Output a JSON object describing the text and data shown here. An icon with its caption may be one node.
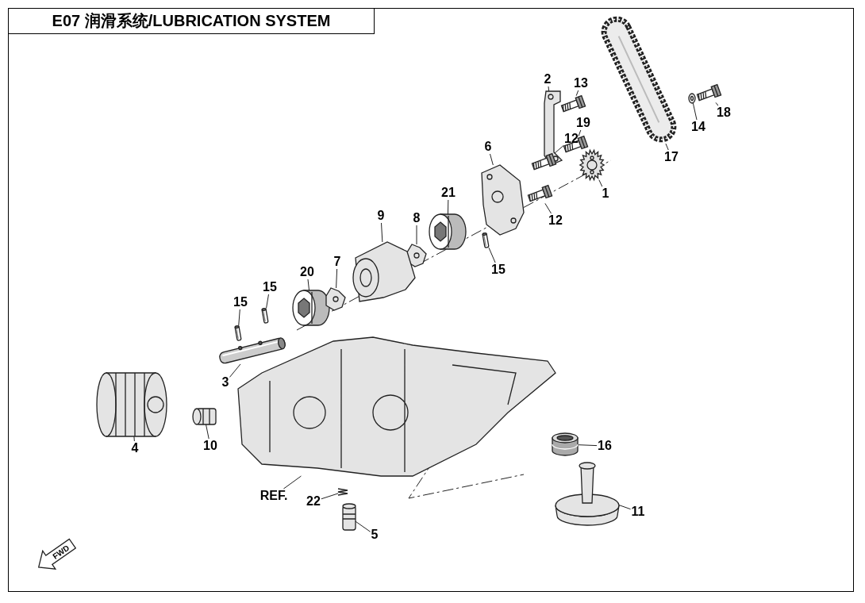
{
  "diagram": {
    "title": "E07 润滑系统/LUBRICATION SYSTEM",
    "nodes": [
      {
        "text": [
          "2"
        ]
      },
      {
        "text": [],
        "shape": "picture"
      },
      {
        "text": [
          "13"
        ]
      },
      {
        "text": [],
        "shape": "picture"
      },
      {
        "text": [
          "18"
        ]
      },
      {
        "text": [],
        "shape": "picture"
      },
      {
        "text": [
          "14"
        ]
      },
      {
        "text": [],
        "shape": "picture"
      },
      {
        "text": [
          "19"
        ]
      },
      {
        "text": [],
        "shape": "picture"
      },
      {
        "text": [
          "17"
        ]
      },
      {
        "text": [],
        "shape": "picture"
      },
      {
        "text": [
          "12"
        ]
      },
      {
        "text": [],
        "shape": "picture"
      },
      {
        "text": [
          "1"
        ]
      },
      {
        "text": [],
        "shape": "picture"
      },
      {
        "text": [
          "6"
        ]
      },
      {
        "text": [],
        "shape": "picture"
      },
      {
        "text": [
          "12"
        ]
      },
      {
        "text": [],
        "shape": "picture"
      },
      {
        "text": [
          "21"
        ]
      },
      {
        "text": [],
        "shape": "picture"
      },
      {
        "text": [
          "8"
        ]
      },
      {
        "text": [],
        "shape": "picture"
      },
      {
        "text": [
          "15"
        ]
      },
      {
        "text": [],
        "shape": "picture"
      },
      {
        "text": [
          "9"
        ]
      },
      {
        "text": [],
        "shape": "picture"
      },
      {
        "text": [
          "20"
        ]
      },
      {
        "text": [],
        "shape": "picture"
      },
      {
        "text": [
          "7"
        ]
      },
      {
        "text": [],
        "shape": "picture"
      },
      {
        "text": [
          "15"
        ]
      },
      {
        "text": [],
        "shape": "picture"
      },
      {
        "text": [
          "15"
        ]
      },
      {
        "text": [],
        "shape": "picture"
      },
      {
        "text": [
          "3"
        ]
      },
      {
        "text": [],
        "shape": "picture"
      },
      {
        "text": [
          "4"
        ]
      },
      {
        "text": [],
        "shape": "picture"
      },
      {
        "text": [
          "10"
        ]
      },
      {
        "text": [],
        "shape": "picture"
      },
      {
        "text": [
          "REF."
        ]
      },
      {
        "text": [],
        "shape": "picture"
      },
      {
        "text": [
          "16"
        ]
      },
      {
        "text": [],
        "shape": "picture"
      },
      {
        "text": [
          "22"
        ]
      },
      {
        "text": [],
        "shape": "picture"
      },
      {
        "text": [
          "11"
        ]
      },
      {
        "text": [],
        "shape": "picture"
      },
      {
        "text": [
          "5"
        ]
      },
      {
        "text": [],
        "shape": "picture"
      }
    ],
    "edges": [
      {
        "from": 0,
        "to": 1,
        "arrow": "none"
      },
      {
        "from": 2,
        "to": 3,
        "arrow": "none"
      },
      {
        "from": 4,
        "to": 5,
        "arrow": "none"
      },
      {
        "from": 6,
        "to": 7,
        "arrow": "none"
      },
      {
        "from": 8,
        "to": 9,
        "arrow": "none"
      },
      {
        "from": 10,
        "to": 11,
        "arrow": "none"
      },
      {
        "from": 12,
        "to": 13,
        "arrow": "none"
      },
      {
        "from": 14,
        "to": 15,
        "arrow": "none"
      },
      {
        "from": 16,
        "to": 17,
        "arrow": "none"
      },
      {
        "from": 18,
        "to": 19,
        "arrow": "none"
      },
      {
        "from": 20,
        "to": 21,
        "arrow": "none"
      },
      {
        "from": 22,
        "to": 23,
        "arrow": "none"
      },
      {
        "from": 24,
        "to": 25,
        "arrow": "none"
      },
      {
        "from": 26,
        "to": 27,
        "arrow": "none"
      },
      {
        "from": 28,
        "to": 29,
        "arrow": "none"
      },
      {
        "from": 30,
        "to": 31,
        "arrow": "none"
      },
      {
        "from": 32,
        "to": 33,
        "arrow": "none"
      },
      {
        "from": 34,
        "to": 35,
        "arrow": "none"
      },
      {
        "from": 36,
        "to": 37,
        "arrow": "none"
      },
      {
        "from": 38,
        "to": 39,
        "arrow": "none"
      },
      {
        "from": 40,
        "to": 41,
        "arrow": "none"
      },
      {
        "from": 42,
        "to": 43,
        "arrow": "none"
      },
      {
        "from": 44,
        "to": 45,
        "arrow": "none"
      },
      {
        "from": 46,
        "to": 47,
        "arrow": "none"
      },
      {
        "from": 48,
        "to": 49,
        "arrow": "none"
      },
      {
        "from": 50,
        "to": 51,
        "arrow": "none"
      }
    ],
    "labels": [
      "FWD"
    ]
  }
}
